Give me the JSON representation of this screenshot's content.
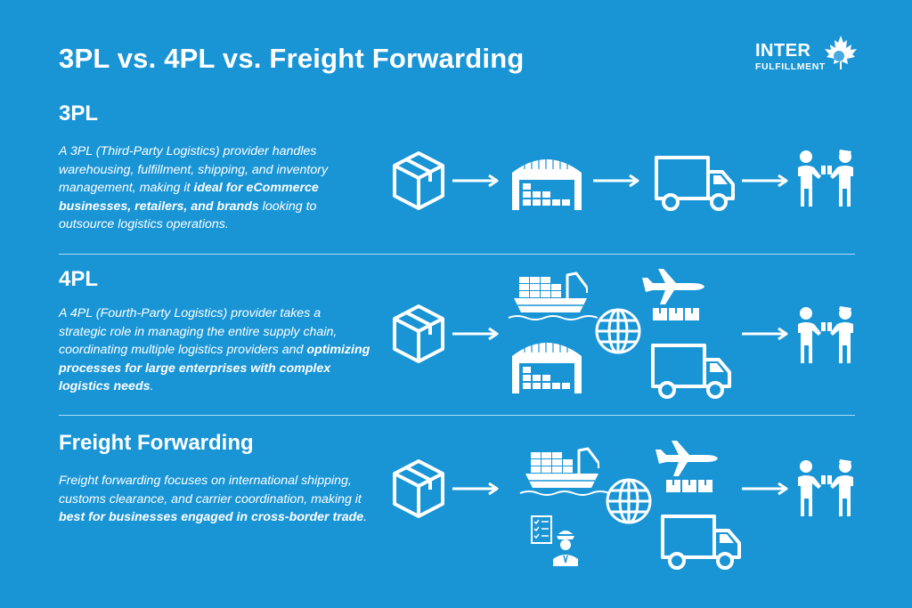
{
  "page": {
    "title": "3PL vs. 4PL vs. Freight Forwarding",
    "background_color": "#1995d6"
  },
  "logo": {
    "main": "INTER",
    "sub": "FULFILLMENT",
    "icon": "maple-leaf-icon"
  },
  "sections": [
    {
      "title": "3PL",
      "desc_parts": [
        "A 3PL (Third-Party Logistics) provider handles warehousing, fulfillment, shipping, and inventory management, making it ",
        "ideal for eCommerce businesses, retailers, and brands",
        " looking to outsource logistics operations."
      ],
      "icons": [
        "box-icon",
        "arrow-icon",
        "warehouse-icon",
        "arrow-icon",
        "truck-icon",
        "arrow-icon",
        "handover-icon"
      ]
    },
    {
      "title": "4PL",
      "desc_parts": [
        "A 4PL (Fourth-Party Logistics) provider takes a strategic role in managing the entire supply chain, coordinating multiple logistics providers and ",
        "optimizing processes for large enterprises with complex logistics needs",
        "."
      ],
      "icons": [
        "box-icon",
        "arrow-icon",
        "cargo-ship-icon",
        "warehouse-icon",
        "globe-icon",
        "air-cargo-icon",
        "truck-icon",
        "arrow-icon",
        "handover-icon"
      ]
    },
    {
      "title": "Freight Forwarding",
      "desc_parts": [
        "Freight forwarding focuses on international shipping, customs clearance, and carrier coordination, making it ",
        "best for businesses engaged in cross-border trade",
        "."
      ],
      "icons": [
        "box-icon",
        "arrow-icon",
        "cargo-ship-icon",
        "customs-officer-icon",
        "globe-icon",
        "air-cargo-icon",
        "truck-icon",
        "arrow-icon",
        "handover-icon"
      ]
    }
  ]
}
